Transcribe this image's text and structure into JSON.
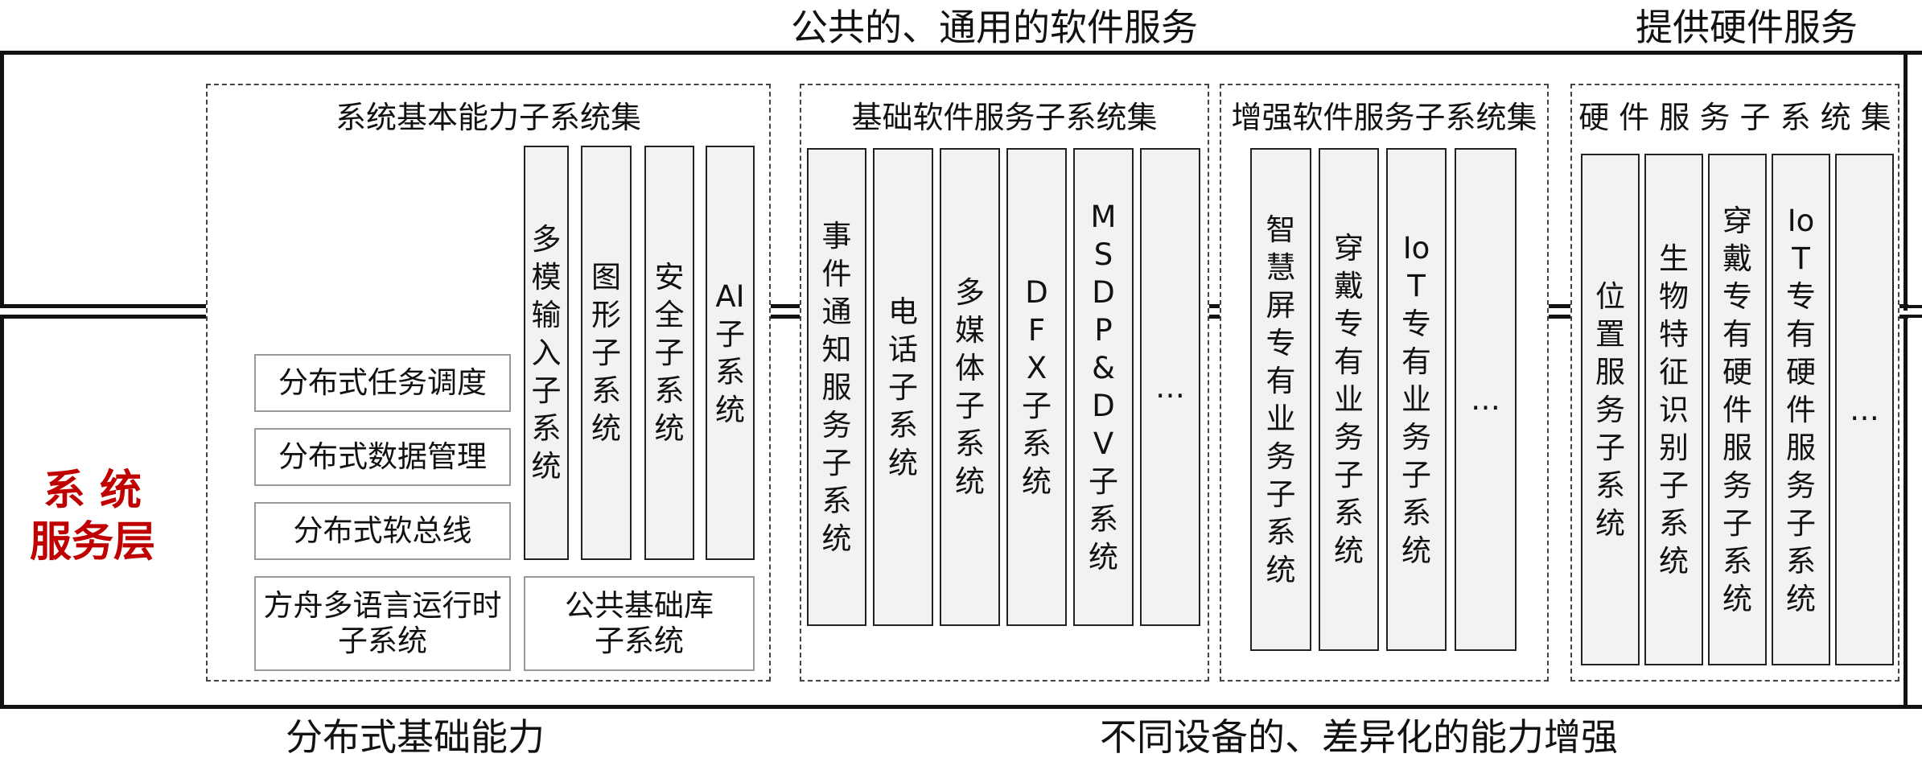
{
  "top_labels": {
    "common_services": "公共的、通用的软件服务",
    "hardware_services": "提供硬件服务"
  },
  "bottom_labels": {
    "distributed": "分布式基础能力",
    "differentiated": "不同设备的、差异化的能力增强"
  },
  "layer_label": "系 统\n服务层",
  "groups": {
    "basic": {
      "title": "系统基本能力子系统集",
      "columns": [
        "多模输入子系统",
        "图形子系统",
        "安全子系统",
        "AI子系统"
      ],
      "boxes": [
        "分布式任务调度",
        "分布式数据管理",
        "分布式软总线",
        "方舟多语言运行时\n子系统",
        "公共基础库\n子系统"
      ]
    },
    "base_sw": {
      "title": "基础软件服务子系统集",
      "columns": [
        "事件通知服务子系统",
        "电话子系统",
        "多媒体子系统",
        "DFX子系统",
        "MSDP&DV子系统",
        "…"
      ]
    },
    "enh_sw": {
      "title": "增强软件服务子系统集",
      "columns": [
        "智慧屏专有业务子系统",
        "穿戴专有业务子系统",
        "IoT专有业务子系统",
        "…"
      ]
    },
    "hw": {
      "title": "硬 件 服 务 子 系 统 集",
      "columns": [
        "位置服务子系统",
        "生物特征识别子系统",
        "穿戴专有硬件服务子系统",
        "IoT专有硬件服务子系统",
        "…"
      ]
    }
  }
}
